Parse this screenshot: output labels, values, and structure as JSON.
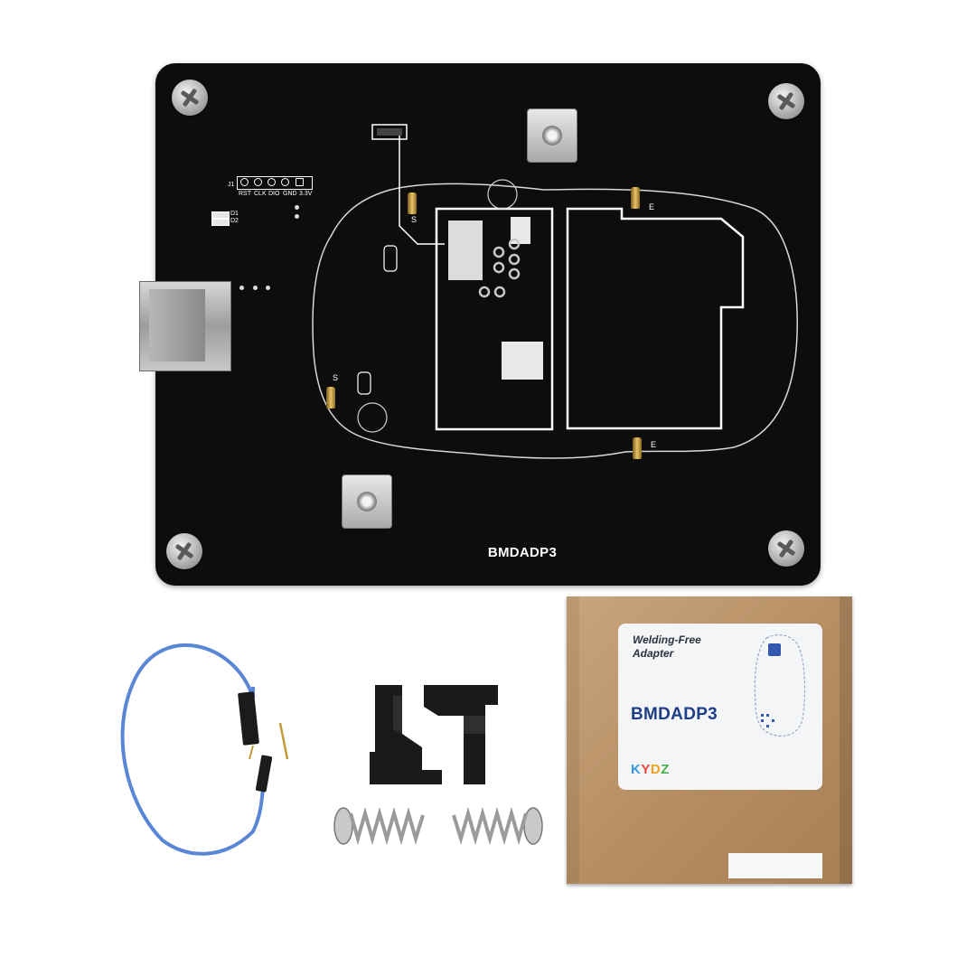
{
  "board": {
    "model_label": "BMDADP3",
    "header_id": "J1",
    "pin_labels": [
      "RST",
      "CLK",
      "DIO",
      "GND",
      "3.3V"
    ],
    "led_labels": [
      "D1",
      "D2"
    ],
    "contact_labels": [
      "S",
      "S",
      "E",
      "E"
    ]
  },
  "box": {
    "title": "Welding-Free\nAdapter",
    "model": "BMDADP3",
    "brand_letters": [
      "K",
      "Y",
      "D",
      "Z"
    ]
  },
  "colors": {
    "pcb": "#0d0d0d",
    "silkscreen": "#ffffff",
    "cardboard": "#b58d62",
    "model_text": "#1d3d86",
    "brand": [
      "#3a9ad9",
      "#e8453c",
      "#f2a416",
      "#4caf50"
    ],
    "cable": "#5a86d6"
  }
}
